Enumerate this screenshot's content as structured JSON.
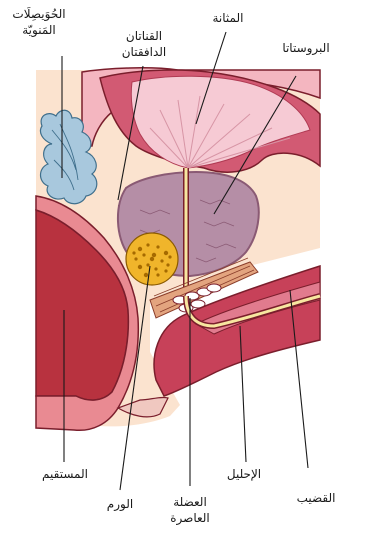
{
  "labels": {
    "seminal_vesicles": [
      "الحُوَيصِلَات",
      "المَنويّة"
    ],
    "ejaculatory_ducts": [
      "القناتان",
      "الدافقتان"
    ],
    "bladder": "المثانة",
    "prostate": "البروستاتا",
    "rectum": "المستقيم",
    "tumor": "الورم",
    "sphincter": [
      "العضلة",
      "العاصرة"
    ],
    "urethra": "الإحليل",
    "penis": "القضيب"
  },
  "colors": {
    "background": "#ffffff",
    "skin": "#fbe3cf",
    "outline": "#7a1e2c",
    "rectum": "#b8323f",
    "rectum_inner": "#f0c8c0",
    "bladder": "#d25a73",
    "bladder_inner": "#f6cad4",
    "prostate": "#b58ea6",
    "prostate_stroke": "#8a5a74",
    "urethra": "#f7e6a0",
    "vesicles": "#a8c8dd",
    "tumor": "#f0b52b",
    "penis": "#c74159",
    "muscle": "#c98a6c"
  }
}
